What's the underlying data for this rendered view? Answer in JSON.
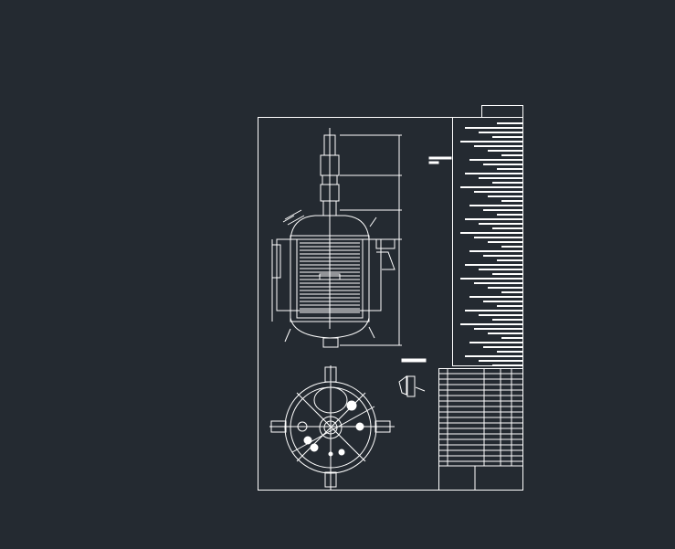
{
  "viewer": {
    "background_color": "#242a31",
    "line_color": "#ffffff"
  },
  "drawing": {
    "views": [
      "front-elevation",
      "top-plan",
      "detail",
      "title-block",
      "parts-list"
    ]
  }
}
